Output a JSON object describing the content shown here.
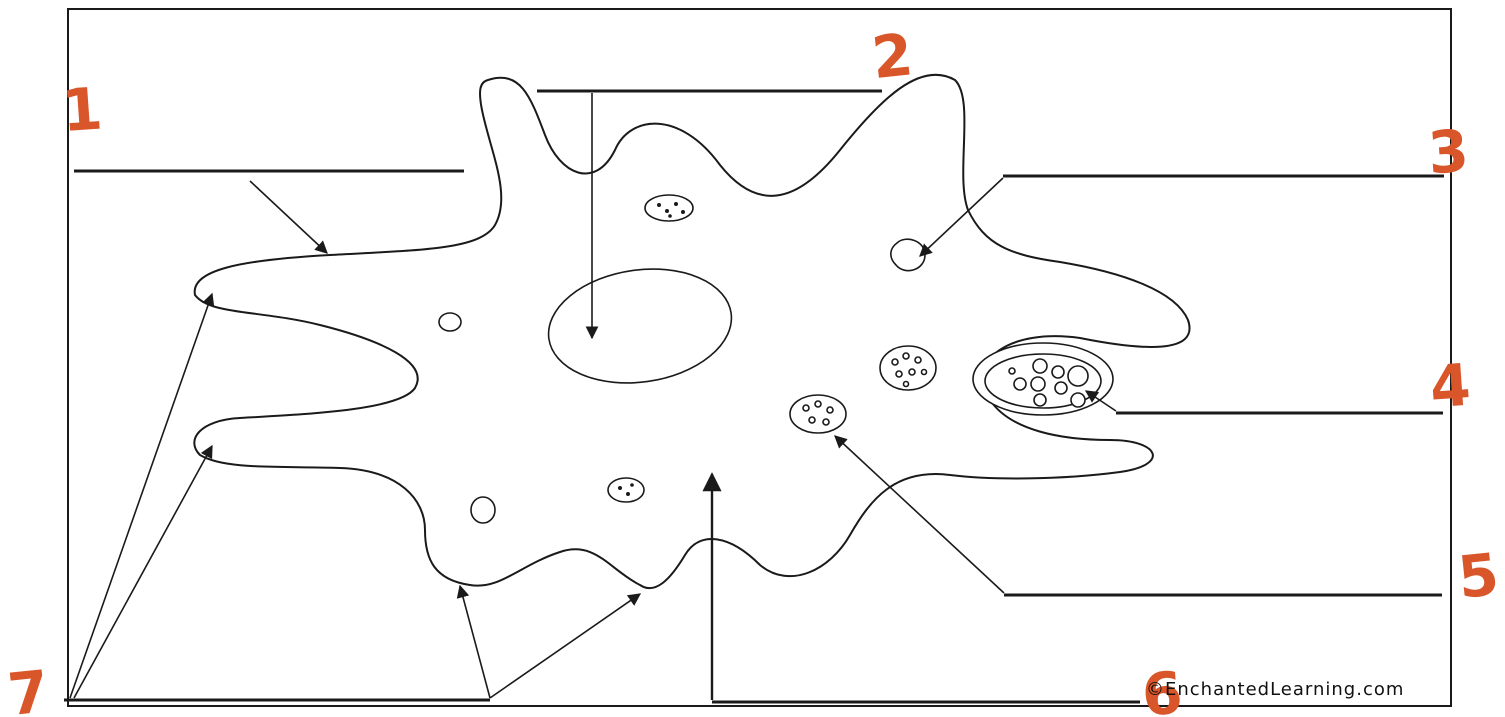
{
  "labels": {
    "label_1": "1",
    "label_2": "2",
    "label_3": "3",
    "label_4": "4",
    "label_5": "5",
    "label_6": "6",
    "label_7": "7"
  },
  "credit": "©EnchantedLearning.com",
  "colors": {
    "label_color": "#d9562b",
    "line_color": "#1a1a1a",
    "background": "#ffffff"
  }
}
